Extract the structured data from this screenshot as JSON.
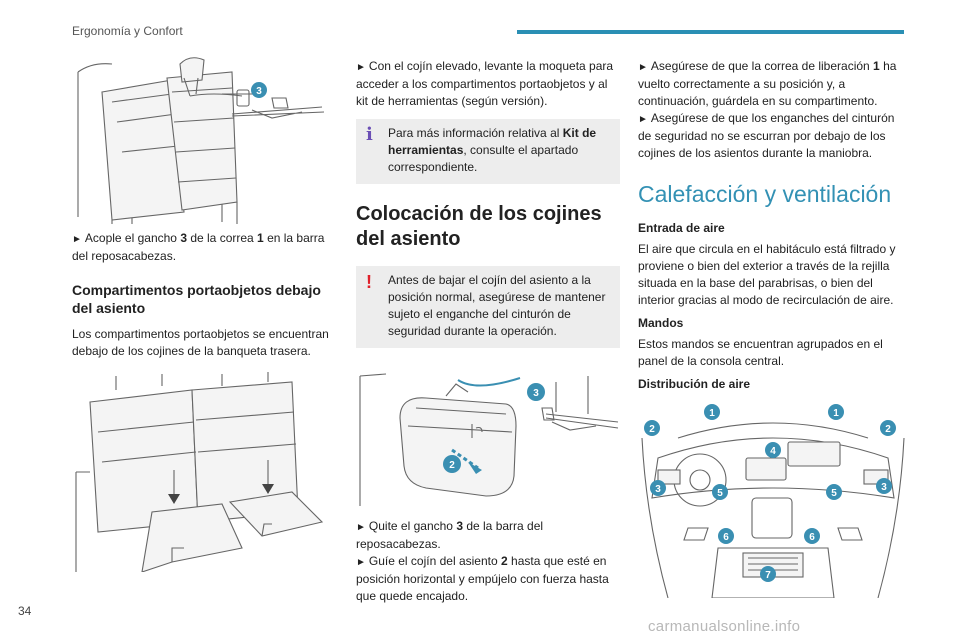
{
  "header": {
    "section_title": "Ergonomía y Confort",
    "accent_color": "#2a8fb4"
  },
  "footer": {
    "page_number": "34",
    "watermark": "carmanualsonline.info"
  },
  "col1": {
    "fig1_callouts": [
      "3"
    ],
    "step1": {
      "a": "Acople el gancho ",
      "b1": "3",
      "c": " de la correa ",
      "b2": "1",
      "d": " en la barra del reposacabezas."
    },
    "heading": "Compartimentos portaobjetos debajo del asiento",
    "para": "Los compartimentos portaobjetos se encuentran debajo de los cojines de la banqueta trasera."
  },
  "col2": {
    "step_a": "Con el cojín elevado, levante la moqueta para acceder a los compartimentos portaobjetos y al kit de herramientas (según versión).",
    "info_note": {
      "icon": "i",
      "a": "Para más información relativa al ",
      "b": "Kit de herramientas",
      "c": ", consulte el apartado correspondiente."
    },
    "heading": "Colocación de los cojines del asiento",
    "warning_note": {
      "icon": "!",
      "text": "Antes de bajar el cojín del asiento a la posición normal, asegúrese de mantener sujeto el enganche del cinturón de seguridad durante la operación."
    },
    "fig_callouts": [
      "3",
      "2"
    ],
    "step_b": {
      "a": "Quite el gancho ",
      "b": "3",
      "c": " de la barra del reposacabezas."
    },
    "step_c": {
      "a": "Guíe el cojín del asiento ",
      "b": "2",
      "c": " hasta que esté en posición horizontal y empújelo con fuerza hasta que quede encajado."
    }
  },
  "col3": {
    "step_a": {
      "a": "Asegúrese de que la correa de liberación ",
      "b": "1",
      "c": " ha vuelto correctamente a su posición y, a continuación, guárdela en su compartimento."
    },
    "step_b": "Asegúrese de que los enganches del cinturón de seguridad no se escurran por debajo de los cojines de los asientos durante la maniobra.",
    "title": "Calefacción y ventilación",
    "sub1": "Entrada de aire",
    "para1": "El aire que circula en el habitáculo está filtrado y proviene o bien del exterior a través de la rejilla situada en la base del parabrisas, o bien del interior gracias al modo de recirculación de aire.",
    "sub2": "Mandos",
    "para2": "Estos mandos se encuentran agrupados en el panel de la consola central.",
    "sub3": "Distribución de aire",
    "fig_callouts": [
      "1",
      "1",
      "2",
      "2",
      "4",
      "3",
      "3",
      "5",
      "5",
      "6",
      "6",
      "7"
    ]
  },
  "glyphs": {
    "bullet_arrow": "►"
  }
}
